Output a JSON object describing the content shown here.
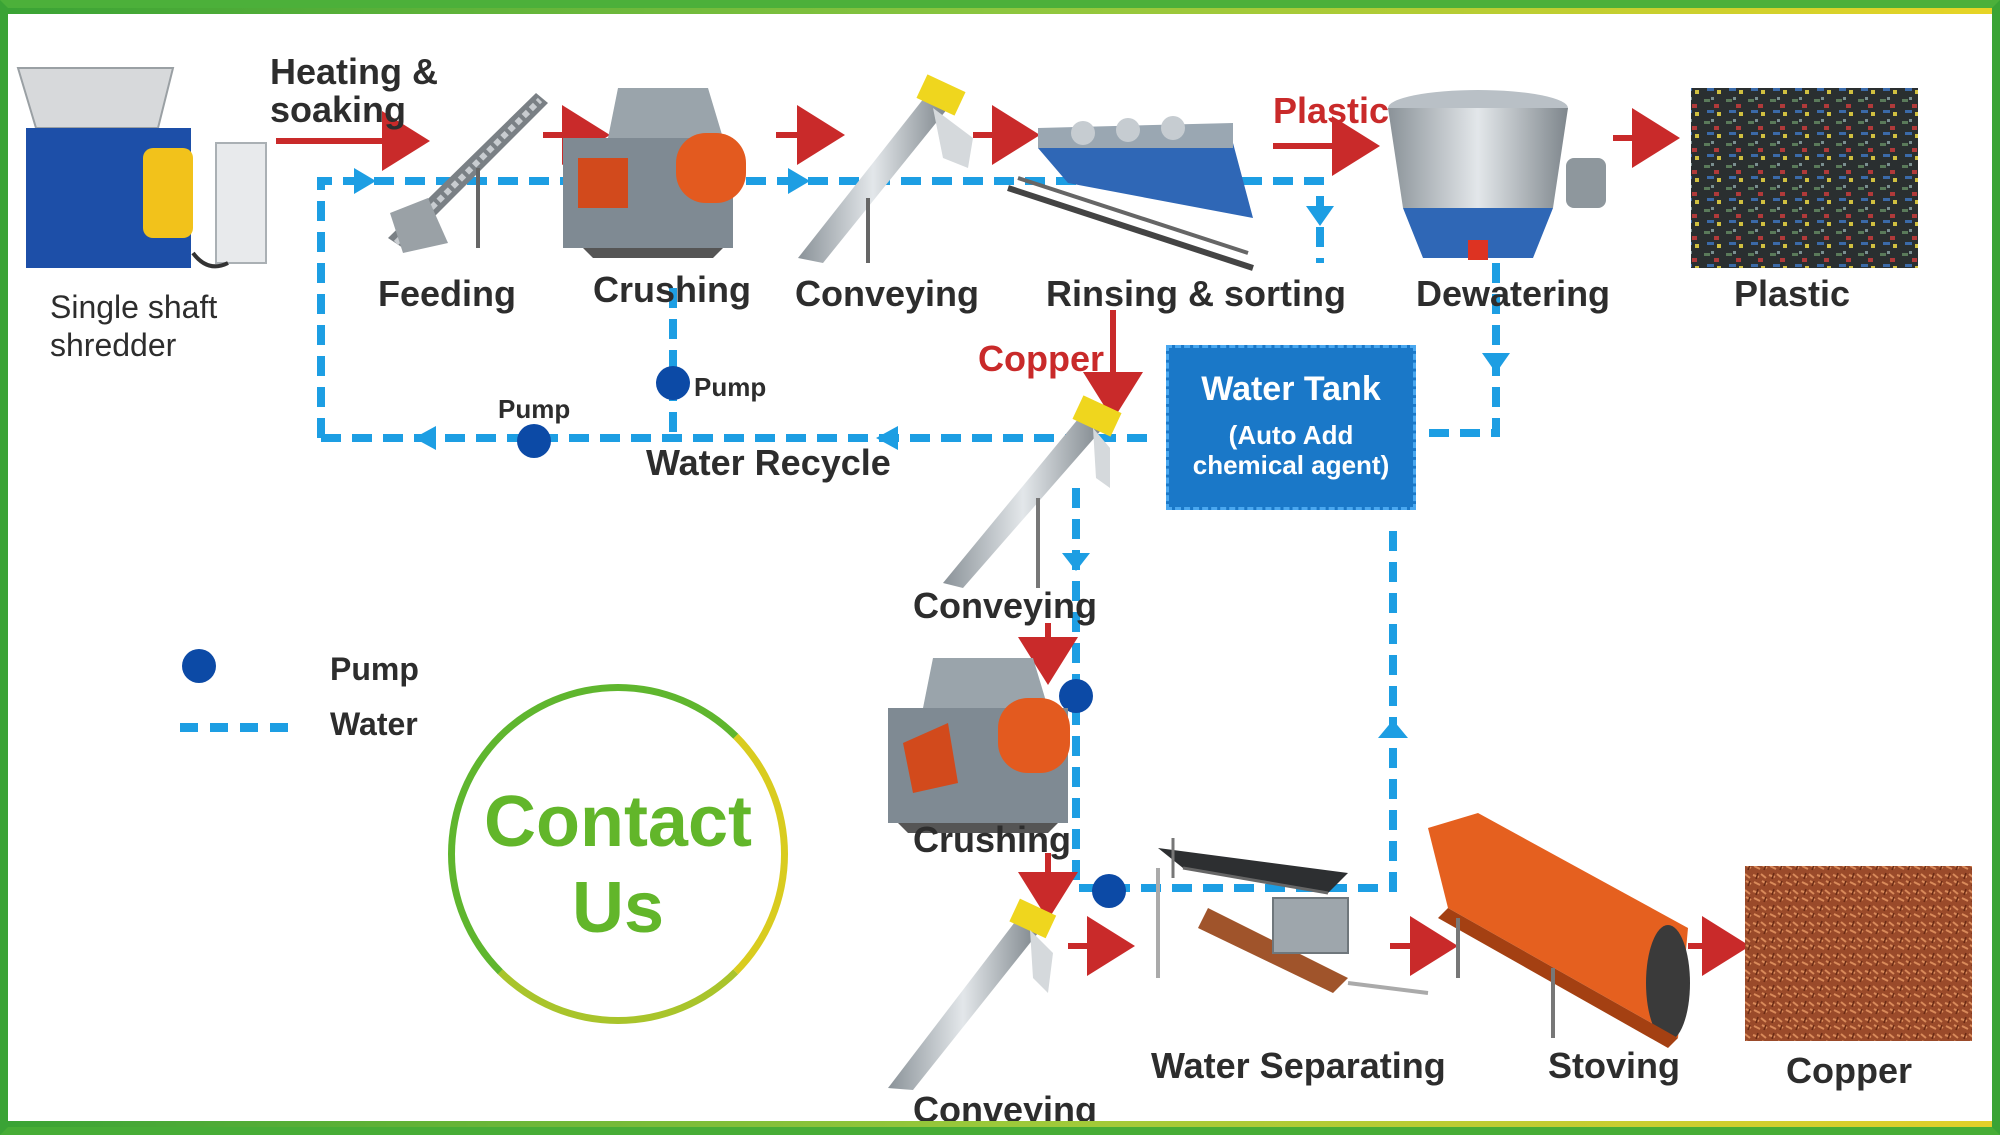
{
  "labels": {
    "heating": "Heating &\nsoaking",
    "shredder": "Single shaft\nshredder",
    "feeding": "Feeding",
    "crushing_top": "Crushing",
    "conveying_top": "Conveying",
    "rinsing": "Rinsing & sorting",
    "plastic_arrow": "Plastic",
    "dewatering": "Dewatering",
    "plastic_out": "Plastic",
    "copper_arrow": "Copper",
    "pump_left": "Pump",
    "pump_mid": "Pump",
    "water_recycle": "Water Recycle",
    "conveying_mid": "Conveying",
    "crushing_mid": "Crushing",
    "conveying_bottom": "Conveying",
    "water_separating": "Water Separating",
    "stoving": "Stoving",
    "copper_out": "Copper"
  },
  "tank": {
    "title": "Water Tank",
    "subtitle": "(Auto Add\nchemical agent)"
  },
  "legend": {
    "pump": "Pump",
    "water": "Water"
  },
  "contact": {
    "line1": "Contact",
    "line2": "Us"
  },
  "colors": {
    "water": "#1d9ee3",
    "pump": "#0c4aa6",
    "arrow": "#c92a2a",
    "tank": "#1a78c8",
    "contact_green": "#62b62a",
    "contact_yellow": "#d9cc1f"
  },
  "icons": {
    "shredder": "single-shaft-shredder-machine-icon",
    "feeder": "belt-conveyor-icon",
    "crusher": "crusher-machine-icon",
    "screw_conveyor": "screw-conveyor-icon",
    "rinsing_tank": "rinsing-tank-icon",
    "dewatering": "centrifuge-dewatering-icon",
    "plastic_pile": "plastic-granules-icon",
    "shaking_table": "shaking-table-icon",
    "dryer": "rotary-dryer-icon",
    "copper_pile": "copper-granules-icon"
  }
}
